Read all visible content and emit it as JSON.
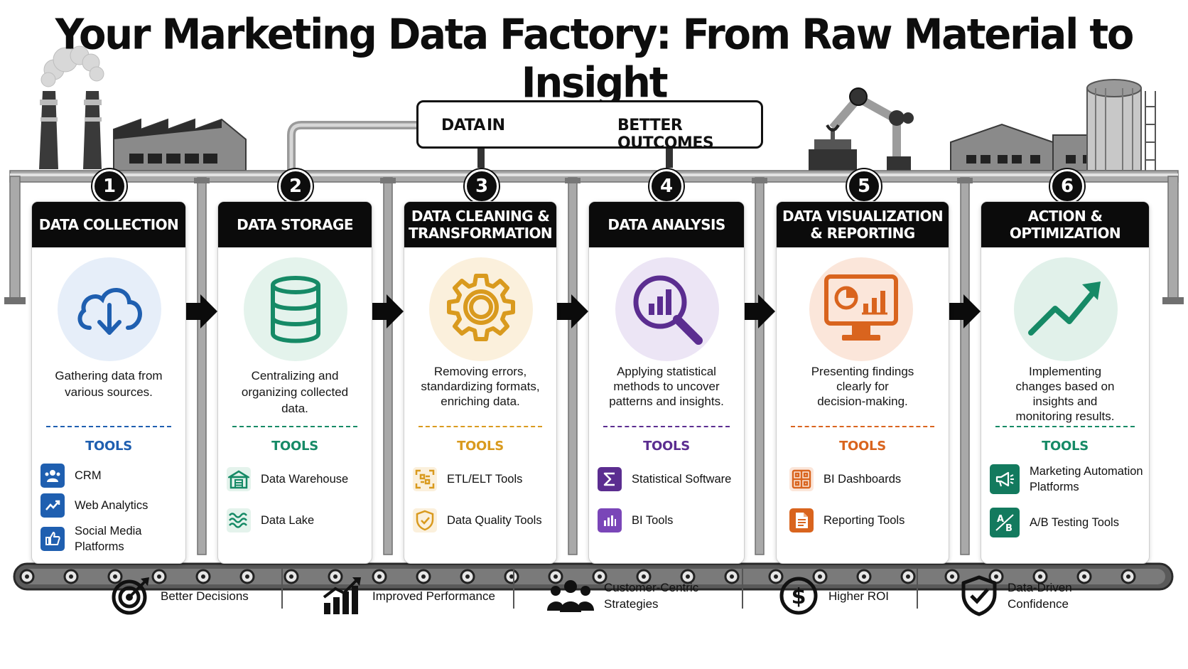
{
  "title": "Your Marketing Data Factory: From Raw Material to Insight",
  "banner": {
    "left_text": "DATA",
    "left_word": "IN",
    "right_text": "BETTER OUTCOMES"
  },
  "colors": {
    "blue": "#1f5fb0",
    "green": "#168a66",
    "gold": "#d99a1e",
    "purple": "#5b2d90",
    "orange": "#d9641e",
    "teal": "#137a5e"
  },
  "stages": [
    {
      "number": "1",
      "title": "DATA COLLECTION",
      "icon": "cloud-download-icon",
      "description": "Gathering data from various sources.",
      "tools_label": "TOOLS",
      "tools": [
        {
          "label": "CRM",
          "icon": "users-icon"
        },
        {
          "label": "Web Analytics",
          "icon": "line-chart-icon"
        },
        {
          "label": "Social Media Platforms",
          "icon": "thumbs-up-icon"
        }
      ]
    },
    {
      "number": "2",
      "title": "DATA STORAGE",
      "icon": "database-icon",
      "description": "Centralizing and organizing collected data.",
      "tools_label": "TOOLS",
      "tools": [
        {
          "label": "Data Warehouse",
          "icon": "warehouse-icon"
        },
        {
          "label": "Data Lake",
          "icon": "waves-icon"
        }
      ]
    },
    {
      "number": "3",
      "title": "DATA CLEANING & TRANSFORMATION",
      "icon": "gear-icon",
      "description": "Removing errors, standardizing formats, enriching data.",
      "tools_label": "TOOLS",
      "tools": [
        {
          "label": "ETL/ELT Tools",
          "icon": "etl-icon"
        },
        {
          "label": "Data Quality Tools",
          "icon": "shield-check-icon"
        }
      ]
    },
    {
      "number": "4",
      "title": "DATA ANALYSIS",
      "icon": "magnifier-chart-icon",
      "description": "Applying statistical methods to uncover patterns and insights.",
      "tools_label": "TOOLS",
      "tools": [
        {
          "label": "Statistical Software",
          "icon": "sigma-icon"
        },
        {
          "label": "BI Tools",
          "icon": "bar-chart-icon"
        }
      ]
    },
    {
      "number": "5",
      "title": "DATA VISUALIZATION & REPORTING",
      "icon": "monitor-chart-icon",
      "description": "Presenting findings clearly for decision-making.",
      "tools_label": "TOOLS",
      "tools": [
        {
          "label": "BI Dashboards",
          "icon": "dashboard-icon"
        },
        {
          "label": "Reporting Tools",
          "icon": "document-icon"
        }
      ]
    },
    {
      "number": "6",
      "title": "ACTION & OPTIMIZATION",
      "icon": "trend-up-icon",
      "description": "Implementing changes based on insights and monitoring results.",
      "tools_label": "TOOLS",
      "tools": [
        {
          "label": "Marketing Automation Platforms",
          "icon": "megaphone-icon"
        },
        {
          "label": "A/B Testing Tools",
          "icon": "ab-test-icon"
        }
      ]
    }
  ],
  "benefits": [
    {
      "label": "Better Decisions",
      "icon": "target-icon"
    },
    {
      "label": "Improved Performance",
      "icon": "growth-bars-icon"
    },
    {
      "label": "Customer-Centric Strategies",
      "icon": "people-icon"
    },
    {
      "label": "Higher ROI",
      "icon": "dollar-icon"
    },
    {
      "label": "Data-Driven Confidence",
      "icon": "shield-check-icon"
    }
  ]
}
